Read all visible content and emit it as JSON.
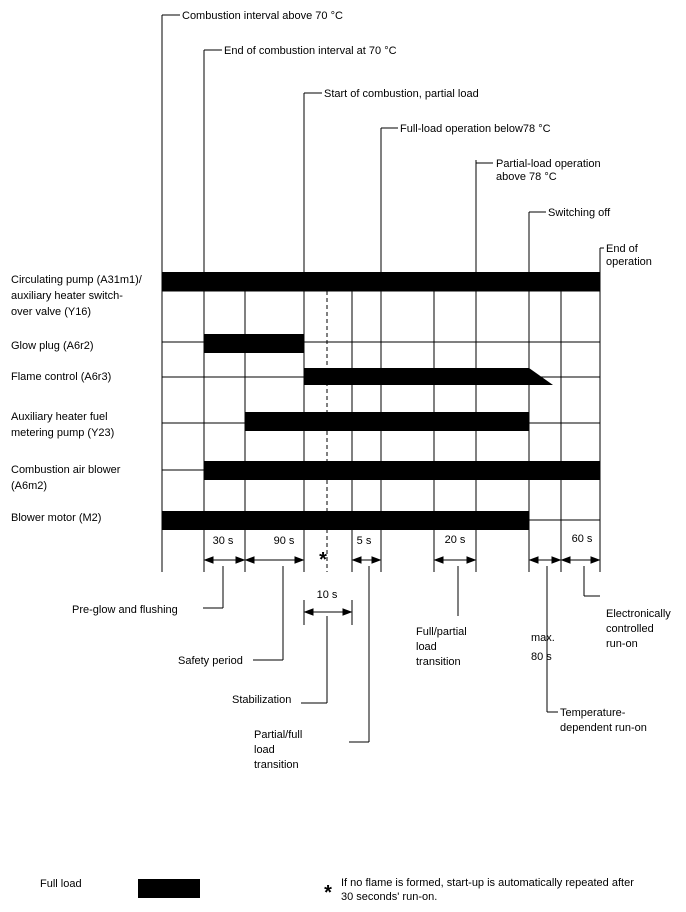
{
  "events": [
    {
      "id": "combustion-interval-above-70",
      "lines": [
        "Combustion interval above 70 °C"
      ]
    },
    {
      "id": "end-of-combustion-interval-70",
      "lines": [
        "End of combustion interval at 70 °C"
      ]
    },
    {
      "id": "start-of-combustion-partial",
      "lines": [
        "Start of combustion, partial load"
      ]
    },
    {
      "id": "full-load-below-78",
      "lines": [
        "Full-load operation below78 °C"
      ]
    },
    {
      "id": "partial-load-above-78",
      "lines": [
        "Partial-load operation",
        "above 78 °C"
      ]
    },
    {
      "id": "switching-off",
      "lines": [
        "Switching off"
      ]
    },
    {
      "id": "end-of-operation",
      "lines": [
        "End of",
        "operation"
      ]
    }
  ],
  "rows": [
    {
      "id": "circulating-pump",
      "lines": [
        "Circulating pump (A31m1)/",
        "auxiliary heater switch-",
        "over valve (Y16)"
      ]
    },
    {
      "id": "glow-plug",
      "lines": [
        "Glow plug (A6r2)"
      ]
    },
    {
      "id": "flame-control",
      "lines": [
        "Flame control (A6r3)"
      ]
    },
    {
      "id": "fuel-metering-pump",
      "lines": [
        "Auxiliary heater fuel",
        "metering pump (Y23)"
      ]
    },
    {
      "id": "combustion-air-blower",
      "lines": [
        "Combustion air blower",
        "(A6m2)"
      ]
    },
    {
      "id": "blower-motor",
      "lines": [
        "Blower motor (M2)"
      ]
    }
  ],
  "durations": [
    {
      "id": "30s",
      "text": "30 s"
    },
    {
      "id": "90s",
      "text": "90 s"
    },
    {
      "id": "5s",
      "text": "5 s"
    },
    {
      "id": "20s",
      "text": "20 s"
    },
    {
      "id": "60s",
      "text": "60 s"
    },
    {
      "id": "10s",
      "text": "10 s"
    },
    {
      "id": "max80",
      "lines": [
        "max.",
        "80 s"
      ]
    }
  ],
  "phases": [
    {
      "id": "pre-glow",
      "lines": [
        "Pre-glow and flushing"
      ]
    },
    {
      "id": "safety",
      "lines": [
        "Safety period"
      ]
    },
    {
      "id": "stabilization",
      "lines": [
        "Stabilization"
      ]
    },
    {
      "id": "partial-full",
      "lines": [
        "Partial/full",
        "load",
        "transition"
      ]
    },
    {
      "id": "full-partial",
      "lines": [
        "Full/partial",
        "load",
        "transition"
      ]
    },
    {
      "id": "temp-runon",
      "lines": [
        "Temperature-",
        "dependent run-on"
      ]
    },
    {
      "id": "electronic-runon",
      "lines": [
        "Electronically",
        "controlled",
        "run-on"
      ]
    }
  ],
  "star_symbol": "*",
  "legend": {
    "label": "Full load",
    "note": [
      "If no flame is formed, start-up is automatically repeated after",
      "30 seconds' run-on."
    ]
  }
}
